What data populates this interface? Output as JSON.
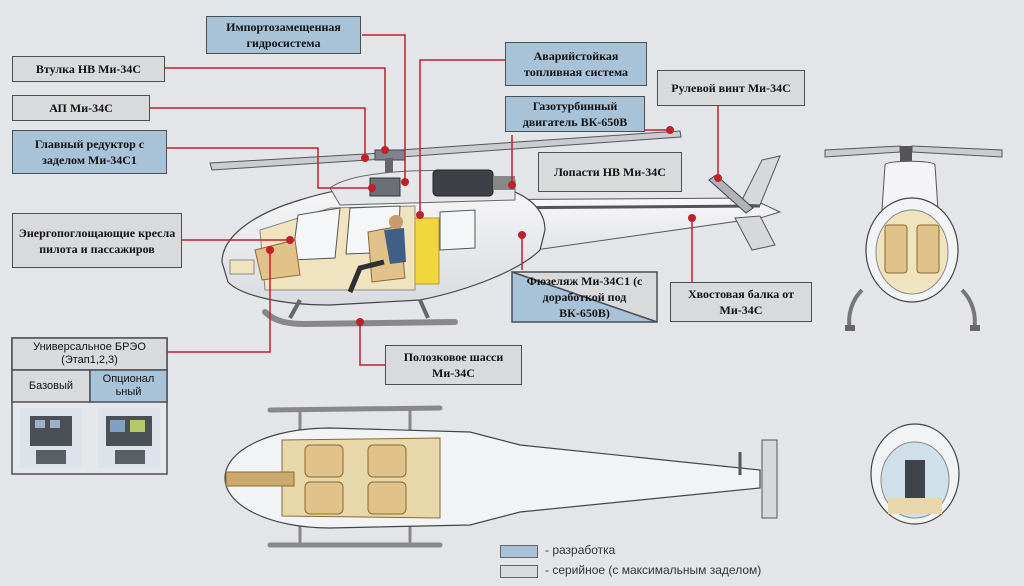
{
  "labels": {
    "hydro": "Импортозамещенная гидросистема",
    "hub": "Втулка НВ Ми-34С",
    "fuel": "Аварийстойкая топливная система",
    "tail_rotor": "Рулевой винт Ми-34С",
    "ap": "АП Ми-34С",
    "engine": "Газотурбинный двигатель ВК-650В",
    "gearbox": "Главный редуктор с заделом Ми-34С1",
    "blades": "Лопасти НВ Ми-34С",
    "seats": "Энергопоглощающие кресла пилота и пассажиров",
    "fuselage": "Фюзеляж Ми-34С1 (с доработкой под ВК-650В)",
    "tailboom": "Хвостовая балка от Ми-34С",
    "skids": "Полозковое шасси Ми-34С",
    "avionics_title": "Универсальное БРЭО (Этап1,2,3)",
    "avionics_basic": "Базовый",
    "avionics_optional": "Опционал ьный"
  },
  "legend": {
    "development": "- разработка",
    "serial": "- серийное (с максимальным заделом)"
  },
  "colors": {
    "development": "#a8c2d8",
    "serial": "#d9dadc",
    "leader": "#c0202a",
    "cabin": "#efe3c0",
    "seat": "#e0c28a",
    "fuel_tank": "#f1d640"
  }
}
